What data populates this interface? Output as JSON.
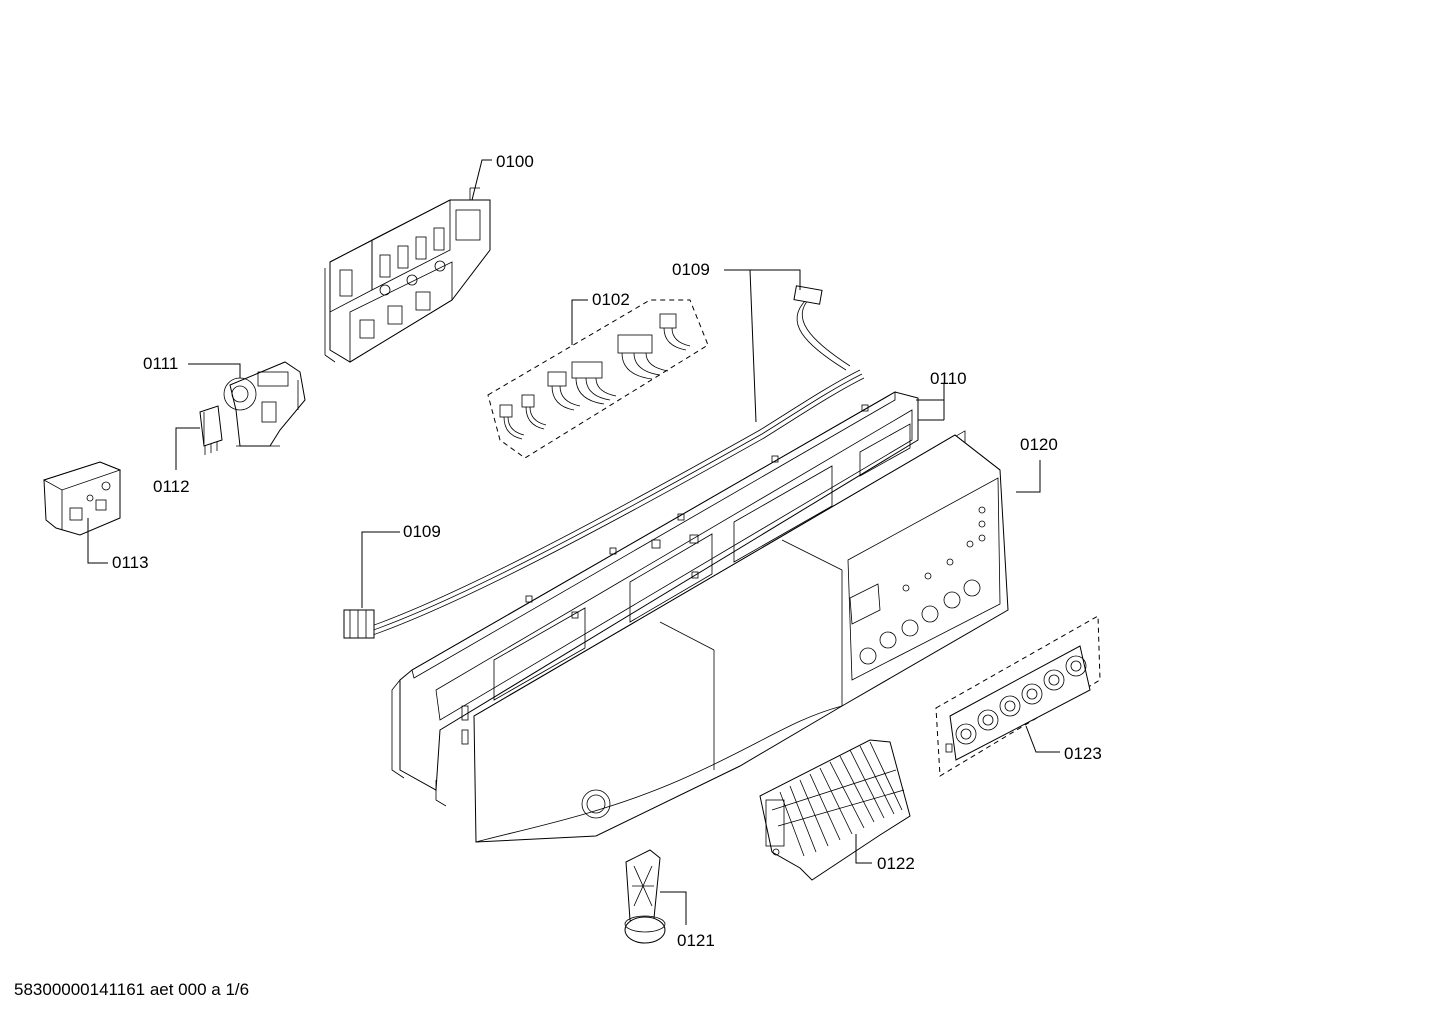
{
  "labels": {
    "p0100": "0100",
    "p0102": "0102",
    "p0109a": "0109",
    "p0109b": "0109",
    "p0110": "0110",
    "p0111": "0111",
    "p0112": "0112",
    "p0113": "0113",
    "p0120": "0120",
    "p0121": "0121",
    "p0122": "0122",
    "p0123": "0123"
  },
  "footer": {
    "document_id": "58300000141161 aet 000 a 1/6"
  }
}
